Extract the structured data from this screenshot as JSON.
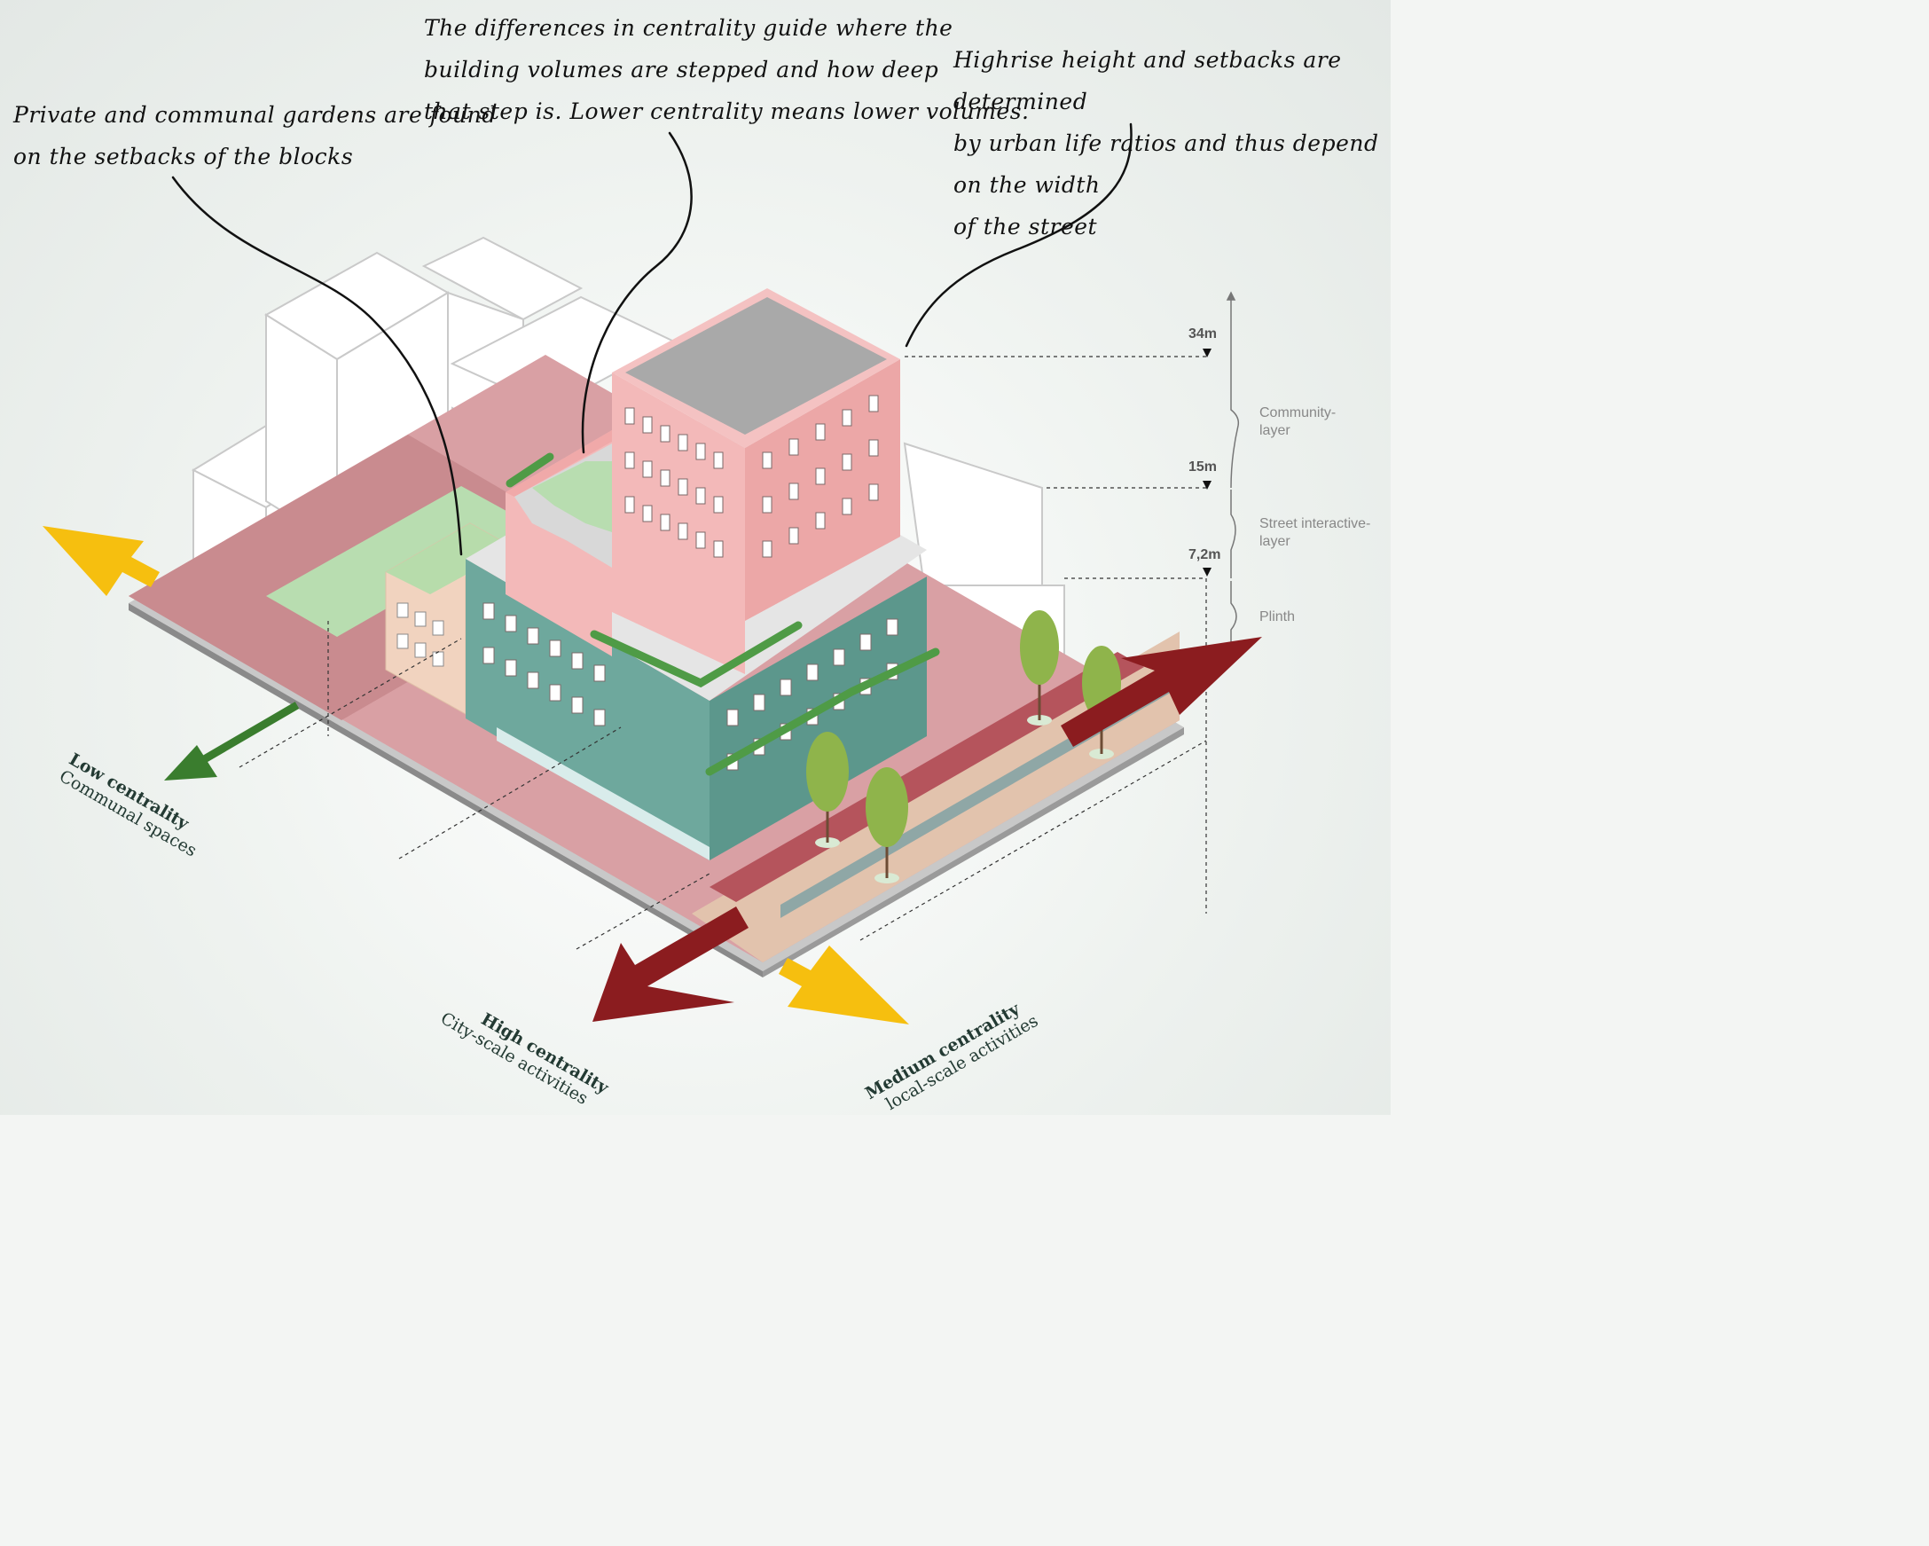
{
  "annotations": {
    "gardens": "Private and communal gardens are found\non the setbacks of the blocks",
    "centrality": "The differences in centrality guide where the\nbuilding volumes are stepped and how deep\nthat step is. Lower centrality means lower volumes.",
    "highrise": "Highrise height and setbacks are determined\nby urban life ratios and thus depend on the width\nof the street"
  },
  "levels": {
    "top": "34m",
    "mid": "15m",
    "plinth": "7,2m"
  },
  "layers": {
    "community": "Community-\nlayer",
    "street": "Street interactive-\nlayer",
    "plinth": "Plinth"
  },
  "axes": {
    "low": {
      "title": "Low centrality",
      "subtitle": "Communal spaces"
    },
    "high": {
      "title": "High centrality",
      "subtitle": "City-scale activities"
    },
    "medium": {
      "title": "Medium centrality",
      "subtitle": "local-scale activities"
    }
  },
  "colors": {
    "low_arrow": "#3a7d2e",
    "high_arrow": "#8b1c1f",
    "medium_arrow": "#f6bf0f",
    "pink_volume": "#f3b9b9",
    "teal_volume": "#6ea89d",
    "peach_volume": "#f1d3bf",
    "street": "#c98b8f",
    "bike_lane": "#b5545c",
    "garden": "#b8ddb0"
  }
}
